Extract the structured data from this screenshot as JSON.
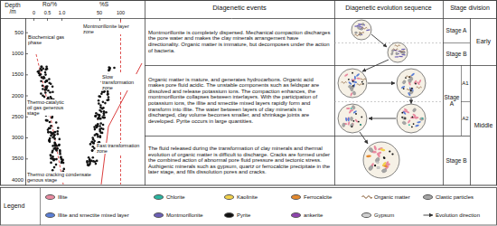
{
  "diagram": {
    "nodes": [
      {
        "text": [
          "Montmorillonite is completely dispersed. Mechanical compaction discharges the pore water and makes the clay minerals arrangement have directionality. Organic matter is immature, but decomposes under the action of bacteria."
        ]
      },
      {
        "text": [
          "Organic matter is mature, and generates hydrocarbons. Organic acid makes pore fluid acidic. The unstable components such as feldspar are dissolved and release potassium ions. The compaction enhances, the montmorillonite collapses between interlayers. With the participation of potassium ions, the illite and smectite mixed layers rapidly form and transform into illite. The water between layers of clay minerals is discharged, clay volume becomes smaller, and shrinkage joints are developed. Pyrite occurs in large quantities."
        ]
      },
      {
        "text": [
          "The fluid released during the transformation of clay minerals and thermal evolution of organic matter is difficult to discharge. Cracks are formed under the combined action of abnormal pore fluid pressure and tectonic stress. Authigenic minerals such as gypsum, quartz or ferrocalcite precipitate in the later stage, and fills dissolution pores and cracks."
        ]
      },
      {
        "text": [
          "Stage A"
        ]
      },
      {
        "text": [
          "Stage B"
        ]
      },
      {
        "text": [
          "Early"
        ]
      },
      {
        "text": [
          "Stage A"
        ]
      },
      {
        "text": [
          "A1"
        ]
      },
      {
        "text": [
          "A2"
        ]
      },
      {
        "text": [
          "Stage B"
        ]
      },
      {
        "text": [
          "Middle"
        ]
      }
    ],
    "labels": [
      "Depth /m",
      "Ro/%",
      "0",
      "0.5",
      "1.0",
      "%S",
      "50",
      "100",
      "Diagenetic events",
      "Diagenetic evolution sequence",
      "Stage division",
      "500",
      "1000",
      "1500",
      "2000",
      "2500",
      "3000",
      "3500",
      "4000",
      "Biochemical gas phase",
      "Thermo-catalytic oil gas generous stage",
      "Thermo cracking condensate genous stage",
      "Montmorillonite layer zone",
      "Slow transformation zone",
      "Fast transformation zone",
      "Legend"
    ],
    "legend": [
      {
        "text": "Illite",
        "color": "#e98aa0"
      },
      {
        "text": "Chlorite",
        "color": "#2bb5a0"
      },
      {
        "text": "Kaolinite",
        "color": "#f2d24b"
      },
      {
        "text": "Ferrocalcite",
        "color": "#e58a2e"
      },
      {
        "text": "Organic matter"
      },
      {
        "text": "Clastic particles",
        "color": "#a6a6a6"
      },
      {
        "text": "Illite and smectite mixed layer",
        "color": "#5b7fd6"
      },
      {
        "text": "Montmorillonite",
        "color": "#6b5fb5"
      },
      {
        "text": "Pyrite",
        "color": "#111111"
      },
      {
        "text": "ankerite",
        "color": "#8e44ad"
      },
      {
        "text": "Gypsum",
        "color": "#d0d0d0"
      },
      {
        "text": "Evolution direction"
      }
    ]
  }
}
